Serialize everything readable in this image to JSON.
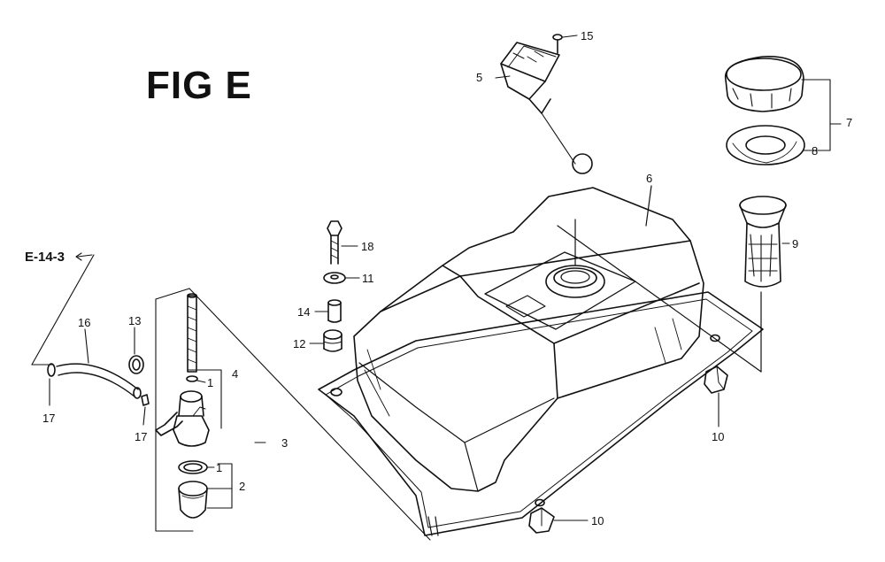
{
  "figure": {
    "title": "FIG E",
    "reference": "E-14-3"
  },
  "callouts": [
    {
      "id": "c1a",
      "text": "1"
    },
    {
      "id": "c1b",
      "text": "1"
    },
    {
      "id": "c2",
      "text": "2"
    },
    {
      "id": "c3",
      "text": "3"
    },
    {
      "id": "c4",
      "text": "4"
    },
    {
      "id": "c5",
      "text": "5"
    },
    {
      "id": "c6",
      "text": "6"
    },
    {
      "id": "c7",
      "text": "7"
    },
    {
      "id": "c8",
      "text": "8"
    },
    {
      "id": "c9",
      "text": "9"
    },
    {
      "id": "c10a",
      "text": "10"
    },
    {
      "id": "c10b",
      "text": "10"
    },
    {
      "id": "c11",
      "text": "11"
    },
    {
      "id": "c12",
      "text": "12"
    },
    {
      "id": "c13",
      "text": "13"
    },
    {
      "id": "c14",
      "text": "14"
    },
    {
      "id": "c15",
      "text": "15"
    },
    {
      "id": "c16",
      "text": "16"
    },
    {
      "id": "c17a",
      "text": "17"
    },
    {
      "id": "c17b",
      "text": "17"
    },
    {
      "id": "c18",
      "text": "18"
    }
  ]
}
